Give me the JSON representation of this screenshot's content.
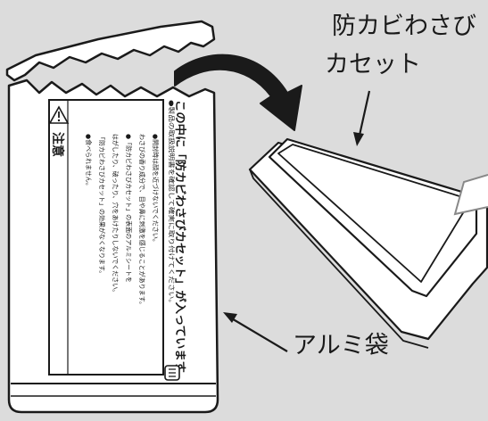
{
  "labels": {
    "cassette_line1": "防カビわさび",
    "cassette_line2": "カセット",
    "aluminum_bag": "アルミ袋"
  },
  "bag": {
    "headline": "この中に「防カビわさびカセット」が入っています",
    "instruction": "●製品の取扱説明書を確認して確実に取り付けてください。",
    "caution_title": "注意",
    "caution_lines": [
      "●開封時は顔を近づけないでください。",
      "わさびの香り成分で、目や鼻に刺激を感じることがあります。",
      "●「防カビわさびカセット」の表面のアルミシートを",
      "はがしたり、破ったり、穴をあけたりしないでください。",
      "「防カビわさびカセット」の効果がなくなります。",
      "●食べられません。"
    ]
  },
  "colors": {
    "background": "#dcdcdc",
    "bag_fill": "#ffffff",
    "outline": "#1a1a1a",
    "arrow": "#1a1a1a"
  }
}
